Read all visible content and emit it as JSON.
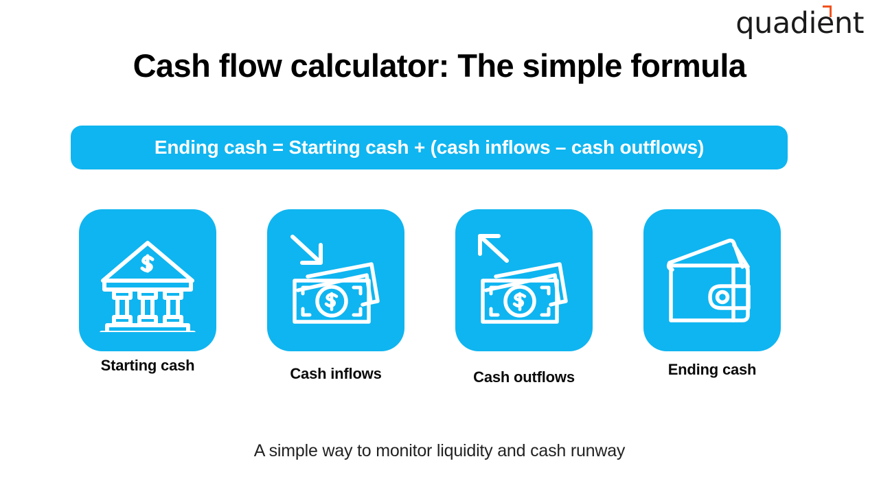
{
  "brand": {
    "logo_text": "quadient",
    "logo_accent_color": "#F0521E",
    "logo_text_color": "#1B1B1B"
  },
  "theme": {
    "accent_blue": "#0FB5F0",
    "text_dark": "#000000",
    "caption_color": "#222222",
    "background": "#FFFFFF"
  },
  "header": {
    "title": "Cash flow calculator: The simple formula"
  },
  "formula": {
    "text": "Ending cash = Starting cash + (cash inflows – cash outflows)"
  },
  "steps": [
    {
      "label": "Starting cash",
      "icon": "bank-icon"
    },
    {
      "label": "Cash inflows",
      "icon": "banknotes-inflow-icon"
    },
    {
      "label": "Cash outflows",
      "icon": "banknotes-outflow-icon"
    },
    {
      "label": "Ending cash",
      "icon": "wallet-icon"
    }
  ],
  "footer": {
    "caption": "A simple way to monitor liquidity and cash runway"
  }
}
